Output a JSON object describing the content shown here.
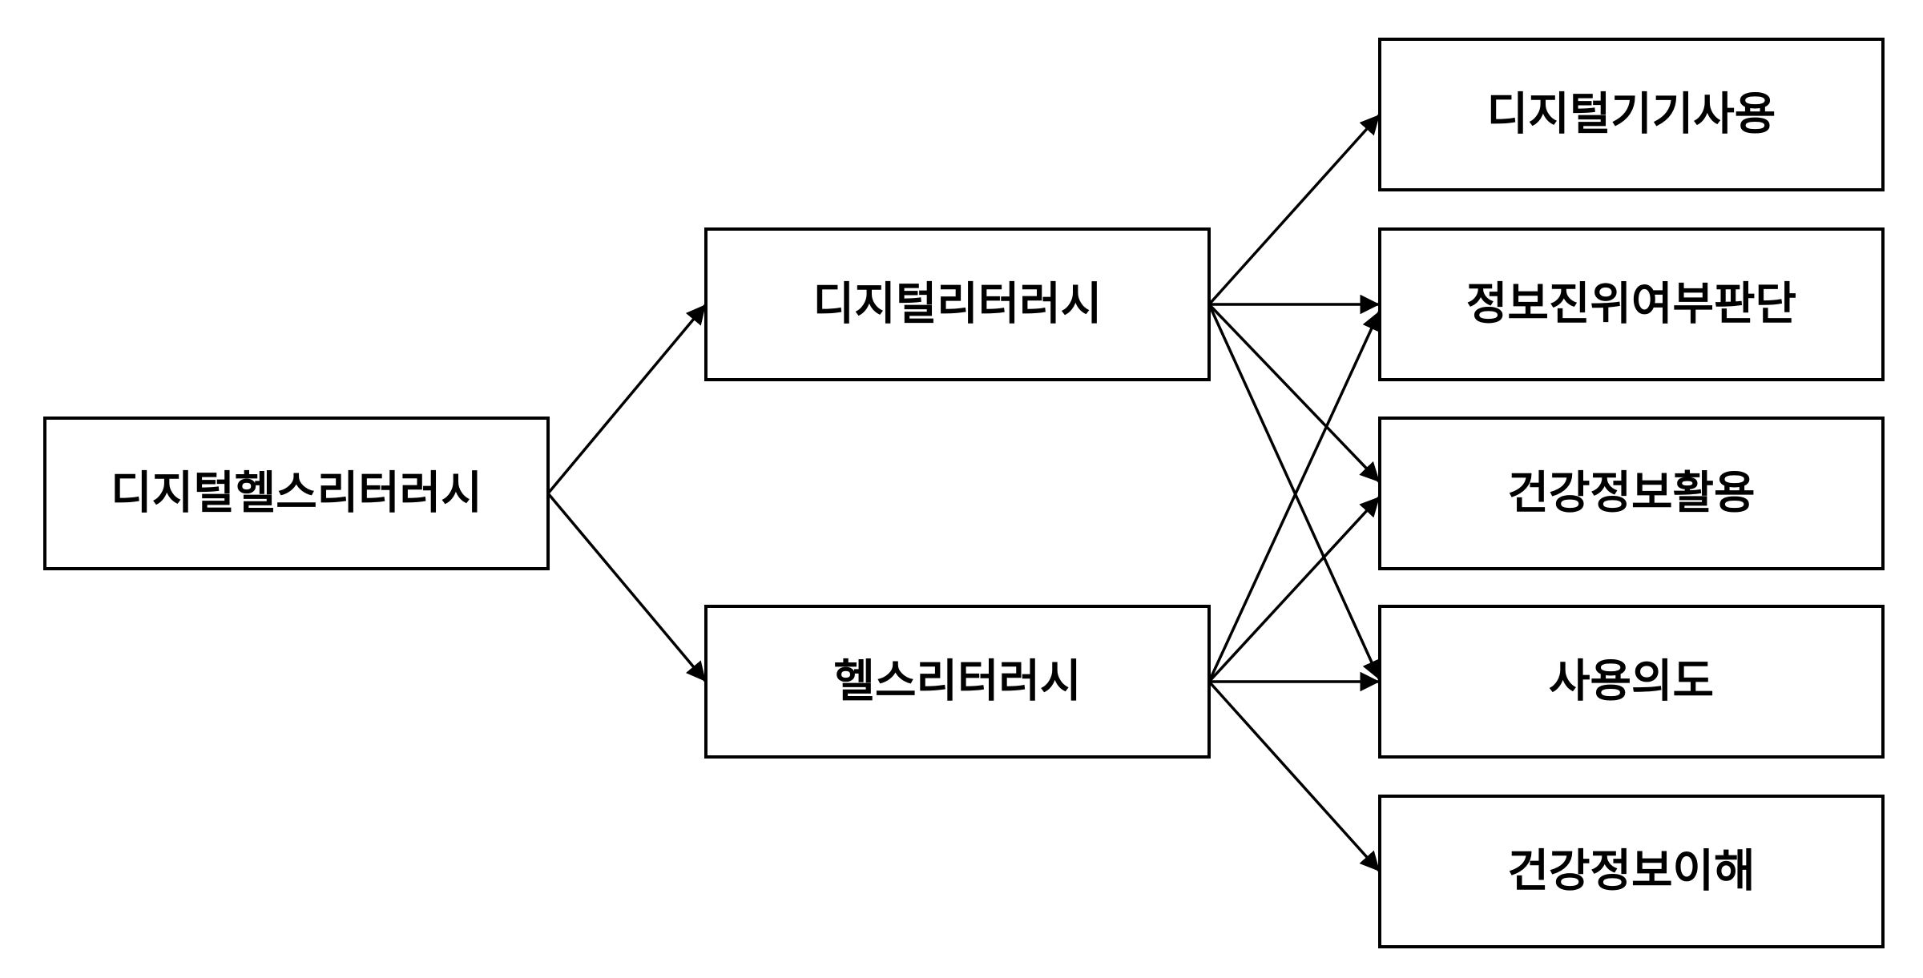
{
  "nodes": {
    "root": {
      "label": "디지털헬스리터러시"
    },
    "digital_literacy": {
      "label": "디지털리터러시"
    },
    "health_literacy": {
      "label": "헬스리터러시"
    },
    "device_use": {
      "label": "디지털기기사용"
    },
    "info_judgment": {
      "label": "정보진위여부판단"
    },
    "health_info_use": {
      "label": "건강정보활용"
    },
    "use_intention": {
      "label": "사용의도"
    },
    "health_info_understanding": {
      "label": "건강정보이해"
    }
  },
  "edges": [
    {
      "from": "root",
      "to": "digital_literacy"
    },
    {
      "from": "root",
      "to": "health_literacy"
    },
    {
      "from": "digital_literacy",
      "to": "device_use"
    },
    {
      "from": "digital_literacy",
      "to": "info_judgment"
    },
    {
      "from": "digital_literacy",
      "to": "health_info_use"
    },
    {
      "from": "digital_literacy",
      "to": "use_intention"
    },
    {
      "from": "health_literacy",
      "to": "info_judgment"
    },
    {
      "from": "health_literacy",
      "to": "health_info_use"
    },
    {
      "from": "health_literacy",
      "to": "use_intention"
    },
    {
      "from": "health_literacy",
      "to": "health_info_understanding"
    }
  ],
  "colors": {
    "stroke": "#000000",
    "fill": "#ffffff",
    "text": "#000000"
  }
}
